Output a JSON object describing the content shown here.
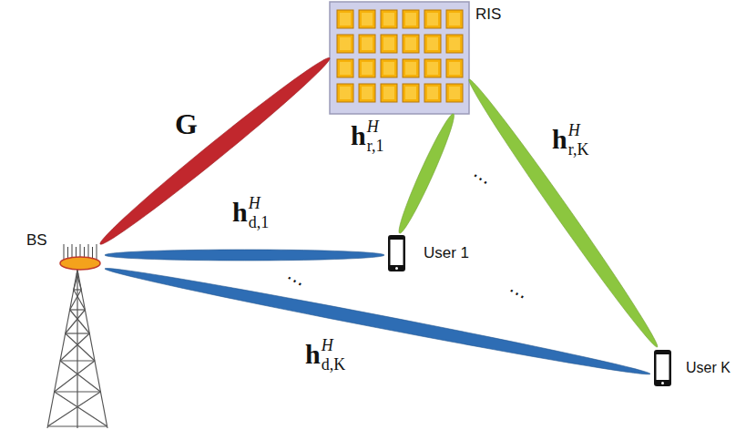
{
  "diagram": {
    "nodes": [
      {
        "text": [
          "RIS"
        ]
      },
      {
        "text": [
          "BS"
        ]
      },
      {
        "text": [
          "User 1"
        ]
      },
      {
        "text": [
          "User K"
        ]
      }
    ],
    "edges": [
      {
        "from": 1,
        "to": 0,
        "arrow": "none"
      },
      {
        "from": 0,
        "to": 2,
        "arrow": "none"
      },
      {
        "from": 0,
        "to": 3,
        "arrow": "none"
      },
      {
        "from": 1,
        "to": 2,
        "arrow": "none"
      },
      {
        "from": 1,
        "to": 3,
        "arrow": "none"
      }
    ],
    "labels": [
      "G",
      "h",
      "H",
      "r,1",
      "h",
      "H",
      "r,K",
      "h",
      "H",
      "d,1",
      "h",
      "H",
      "d,K",
      "⋯",
      "⋯",
      "⋯"
    ]
  }
}
